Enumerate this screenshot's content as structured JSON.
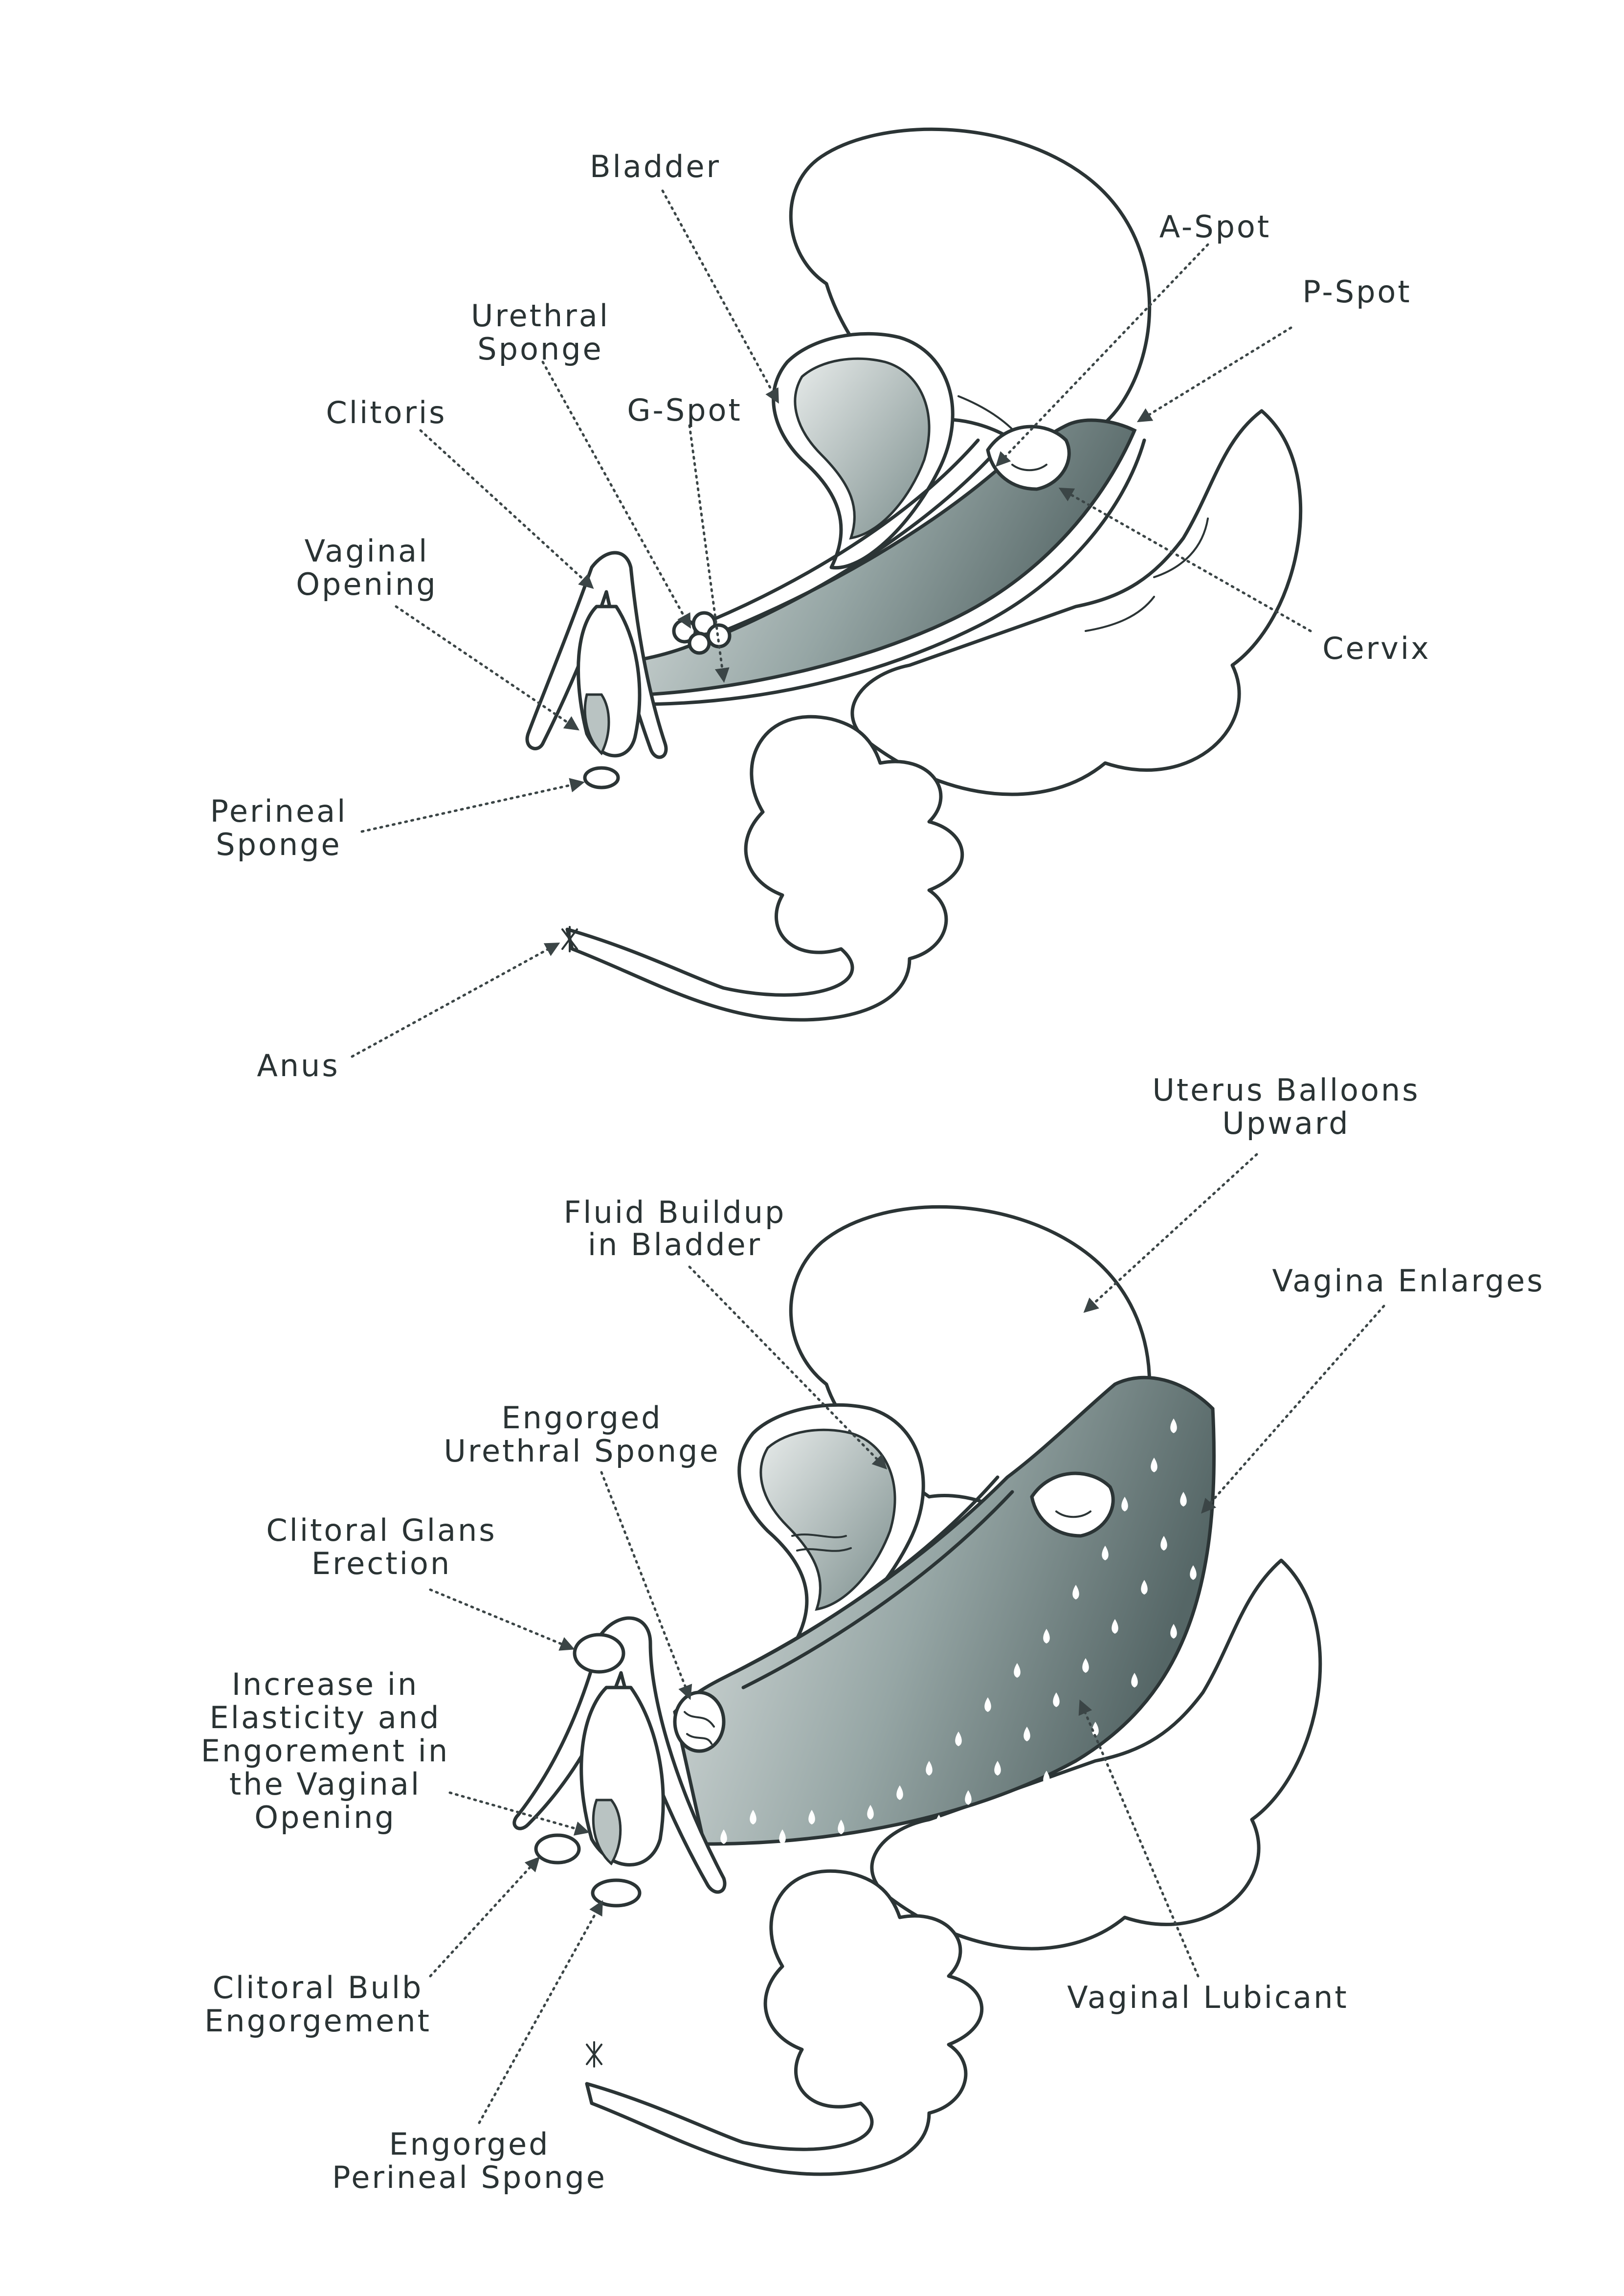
{
  "diagram_top": {
    "labels": {
      "bladder": "Bladder",
      "a_spot": "A-Spot",
      "p_spot": "P-Spot",
      "urethral_sponge_1": "Urethral",
      "urethral_sponge_2": "Sponge",
      "g_spot": "G-Spot",
      "clitoris": "Clitoris",
      "vaginal_opening_1": "Vaginal",
      "vaginal_opening_2": "Opening",
      "cervix": "Cervix",
      "perineal_sponge_1": "Perineal",
      "perineal_sponge_2": "Sponge",
      "anus": "Anus"
    }
  },
  "diagram_bottom": {
    "labels": {
      "uterus_1": "Uterus Balloons",
      "uterus_2": "Upward",
      "fluid_1": "Fluid Buildup",
      "fluid_2": "in Bladder",
      "vagina_enlarges": "Vagina Enlarges",
      "eng_urethral_1": "Engorged",
      "eng_urethral_2": "Urethral Sponge",
      "glans_1": "Clitoral Glans",
      "glans_2": "Erection",
      "elasticity_1": "Increase in",
      "elasticity_2": "Elasticity and",
      "elasticity_3": "Engorement in",
      "elasticity_4": "the Vaginal",
      "elasticity_5": "Opening",
      "bulb_1": "Clitoral Bulb",
      "bulb_2": "Engorgement",
      "eng_perineal_1": "Engorged",
      "eng_perineal_2": "Perineal Sponge",
      "lubricant": "Vaginal Lubicant"
    }
  },
  "colors": {
    "ink": "#2b3435",
    "canal_light": "#d7dddc",
    "canal_dark": "#5f7070",
    "background": "#ffffff"
  }
}
